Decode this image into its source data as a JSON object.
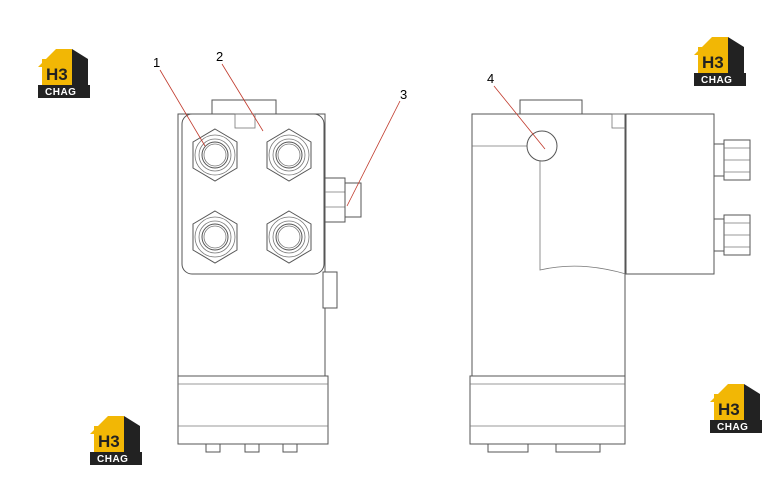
{
  "logo": {
    "mark": "H3",
    "caption": "CHAG",
    "colors": {
      "yellow": "#f2b705",
      "dark": "#222222",
      "white": "#ffffff"
    }
  },
  "callouts": [
    {
      "id": "1",
      "label": "1"
    },
    {
      "id": "2",
      "label": "2"
    },
    {
      "id": "3",
      "label": "3"
    },
    {
      "id": "4",
      "label": "4"
    }
  ],
  "colors": {
    "line": "#555555",
    "leader": "#c0392b"
  }
}
